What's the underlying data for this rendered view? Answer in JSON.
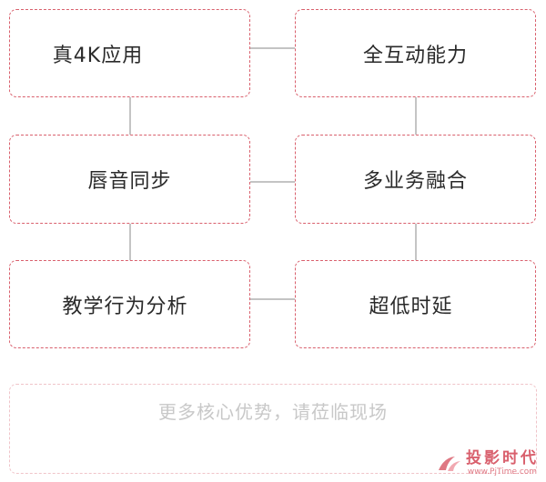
{
  "boxes": [
    "真4K应用",
    "全互动能力",
    "唇音同步",
    "多业务融合",
    "教学行为分析",
    "超低时延"
  ],
  "cta": "更多核心优势，请莅临现场",
  "watermark": {
    "name": "投影时代",
    "url": "www.PjTime.com"
  },
  "colors": {
    "box_border": "#d9606d",
    "connector": "#888888",
    "cta_border": "#f0c4c9",
    "cta_text": "#c8c8c8",
    "text": "#2a2a2a"
  }
}
